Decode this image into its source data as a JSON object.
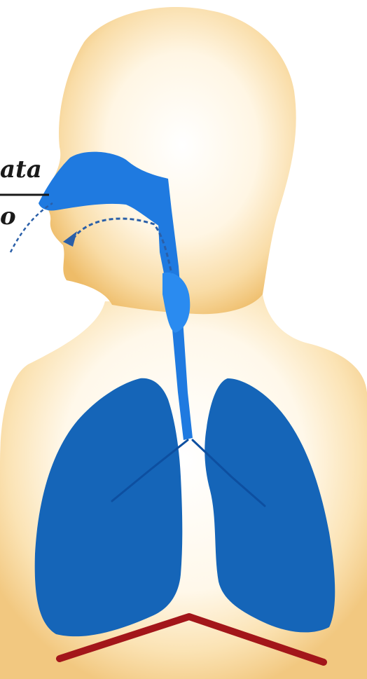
{
  "labels": {
    "upper": "ata",
    "lower": "o"
  },
  "colors": {
    "body_outline": "#f0c37a",
    "body_fill": "#fdf3dc",
    "airway": "#1f7ae0",
    "airway_dark": "#1560b8",
    "lungs": "#1565b8",
    "bronchi": "#0d4fa0",
    "diaphragm": "#a3161a",
    "pointer": "#1a1a1a",
    "arrow": "#2a5fa8"
  },
  "icons": {
    "body": "human-torso-silhouette",
    "airway": "airway",
    "lungs": "lungs",
    "diaphragm": "diaphragm-line"
  }
}
